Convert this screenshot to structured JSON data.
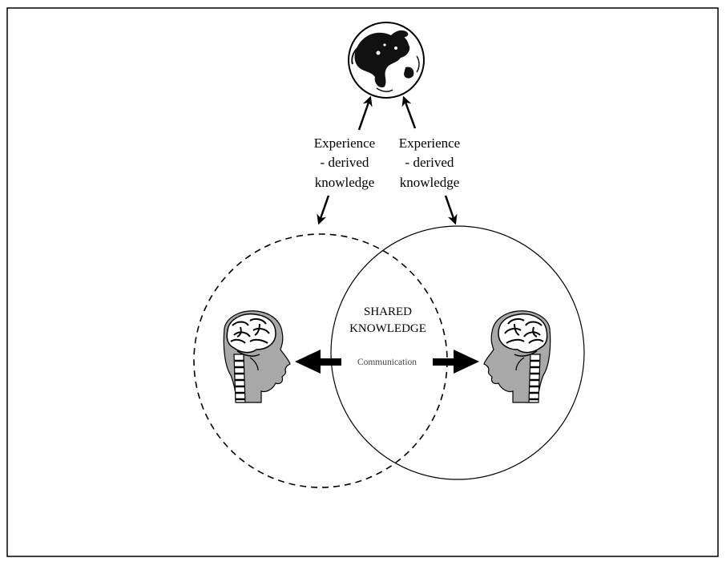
{
  "diagram": {
    "left_experience": {
      "line1": "Experience",
      "line2": "- derived",
      "line3": "knowledge"
    },
    "right_experience": {
      "line1": "Experience",
      "line2": "- derived",
      "line3": "knowledge"
    },
    "shared": {
      "line1": "SHARED",
      "line2": "KNOWLEDGE"
    },
    "communication_label": "Communication",
    "icons": {
      "top": "globe-icon",
      "left": "head-brain-icon",
      "right": "head-brain-icon"
    },
    "colors": {
      "stroke": "#000000",
      "head_gray": "#a8a8a8",
      "communication_text": "#444444",
      "background": "#ffffff"
    }
  }
}
